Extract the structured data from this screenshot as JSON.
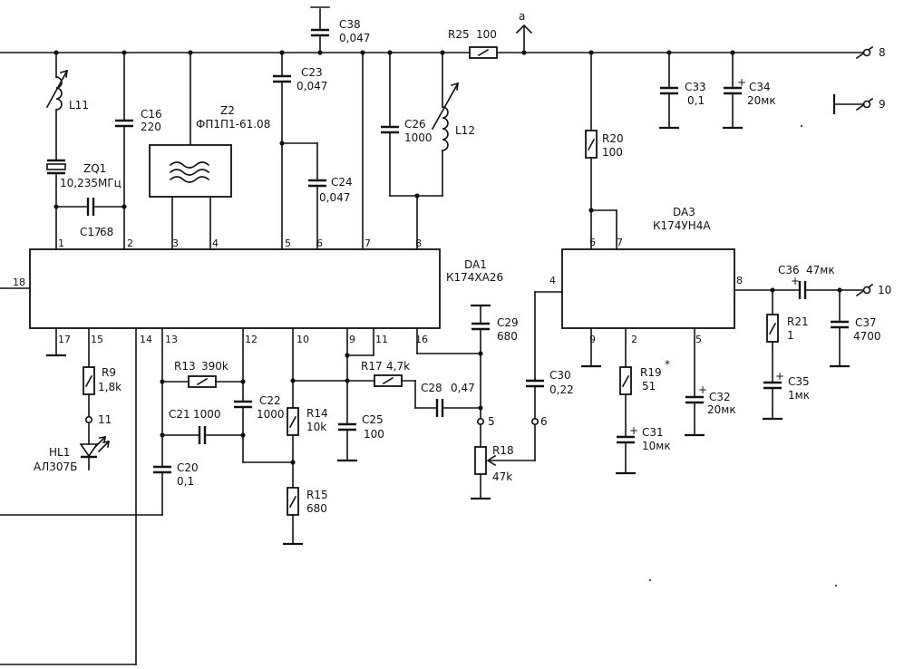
{
  "chips": {
    "da1": {
      "name": "DA1",
      "part": "К174ХА26"
    },
    "da3": {
      "name": "DA3",
      "part": "К174УН4А"
    },
    "z2": {
      "name": "Z2",
      "part": "ФП1П1-61.08"
    }
  },
  "pins": {
    "da1_1": "1",
    "da1_2": "2",
    "da1_3": "3",
    "da1_4": "4",
    "da1_5": "5",
    "da1_6": "6",
    "da1_7": "7",
    "da1_8": "8",
    "da1_18": "18",
    "da1_17": "17",
    "da1_15": "15",
    "da1_14": "14",
    "da1_13": "13",
    "da1_12": "12",
    "da1_10": "10",
    "da1_9": "9",
    "da1_11": "11",
    "da1_16": "16",
    "da3_6": "6",
    "da3_7": "7",
    "da3_4": "4",
    "da3_8": "8",
    "da3_9": "9",
    "da3_2": "2",
    "da3_5": "5"
  },
  "components": {
    "l11": {
      "name": "L11"
    },
    "l12": {
      "name": "L12"
    },
    "zq1": {
      "name": "ZQ1",
      "value": "10,235МГц"
    },
    "c16": {
      "name": "C16",
      "value": "220"
    },
    "c17": {
      "name": "C17",
      "value": "68"
    },
    "c23": {
      "name": "C23",
      "value": "0,047"
    },
    "c24": {
      "name": "C24",
      "value": "0,047"
    },
    "c38": {
      "name": "C38",
      "value": "0,047"
    },
    "c26": {
      "name": "C26",
      "value": "1000"
    },
    "r25": {
      "name": "R25",
      "value": "100"
    },
    "r20": {
      "name": "R20",
      "value": "100"
    },
    "c33": {
      "name": "C33",
      "value": "0,1"
    },
    "c34": {
      "name": "C34",
      "value": "20мк"
    },
    "c36": {
      "name": "C36",
      "value": "47мк"
    },
    "c37": {
      "name": "C37",
      "value": "4700"
    },
    "r21": {
      "name": "R21",
      "value": "1"
    },
    "c35": {
      "name": "C35",
      "value": "1мк"
    },
    "r19": {
      "name": "R19",
      "value": "51"
    },
    "c31": {
      "name": "C31",
      "value": "10мк"
    },
    "c32": {
      "name": "C32",
      "value": "20мк"
    },
    "c29": {
      "name": "C29",
      "value": "680"
    },
    "c30": {
      "name": "C30",
      "value": "0,22"
    },
    "r17": {
      "name": "R17",
      "value": "4,7k"
    },
    "c28": {
      "name": "C28",
      "value": "0,47"
    },
    "r18": {
      "name": "R18",
      "value": "47k"
    },
    "r13": {
      "name": "R13",
      "value": "390k"
    },
    "c22": {
      "name": "C22",
      "value": "1000"
    },
    "c21": {
      "name": "C21",
      "value": "1000"
    },
    "c20": {
      "name": "C20",
      "value": "0,1"
    },
    "r14": {
      "name": "R14",
      "value": "10k"
    },
    "r15": {
      "name": "R15",
      "value": "680"
    },
    "c25": {
      "name": "C25",
      "value": "100"
    },
    "r9": {
      "name": "R9",
      "value": "1,8k"
    },
    "hl1": {
      "name": "HL1",
      "value": "АЛ307Б"
    }
  },
  "nodes": {
    "a": "а",
    "n5": "5",
    "n6": "6",
    "n11": "11",
    "n8": "8",
    "n9": "9",
    "n10": "10"
  },
  "marks": {
    "star": "*"
  }
}
